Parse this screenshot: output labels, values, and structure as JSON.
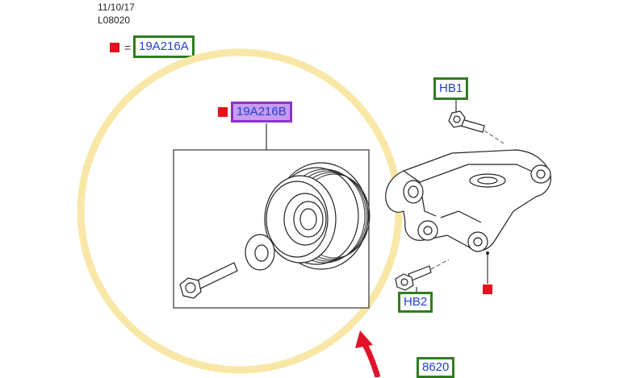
{
  "header": {
    "date": "11/10/17",
    "code": "L08020"
  },
  "legend": {
    "equals": "=",
    "part_ref": "19A216A"
  },
  "callouts": {
    "idler_pulley": "19A216B",
    "bolt_top": "HB1",
    "bolt_bottom": "HB2",
    "belt": "8620"
  },
  "colors": {
    "marker": "#e8101d",
    "callout_border": "#2f7d1e",
    "callout_text": "#1f3fd6",
    "highlight_fill": "#c79bf0",
    "highlight_border": "#8a32c8",
    "circle": "#f8e7a6",
    "arrow": "#e3122a"
  }
}
